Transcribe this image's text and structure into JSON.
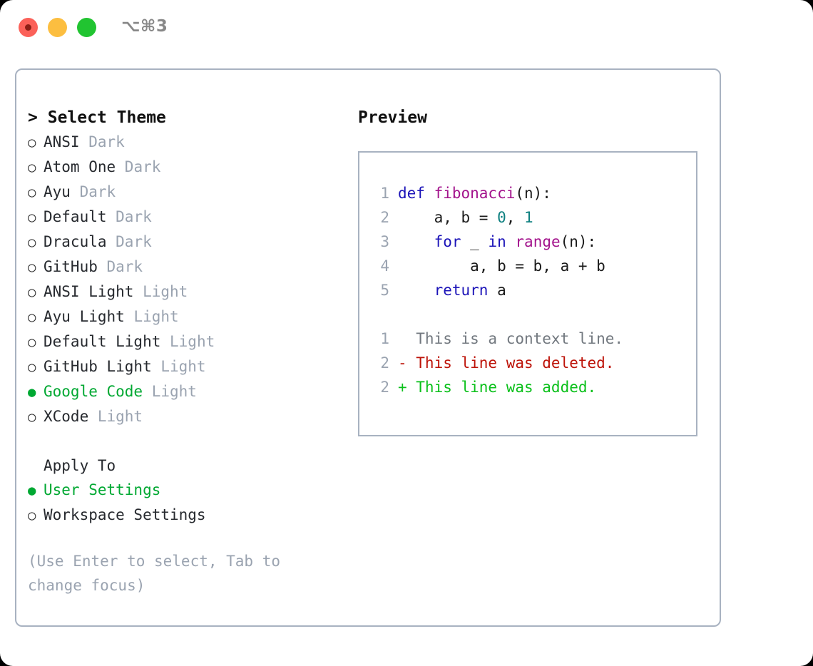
{
  "window": {
    "title": "⌥⌘3",
    "traffic_lights": [
      "close",
      "minimize",
      "zoom"
    ],
    "colors": {
      "red": "#fb6159",
      "yellow": "#fcbe40",
      "green": "#21c431",
      "accent_green": "#00a832",
      "border": "#a8b2c1",
      "muted": "#9aa3b0"
    }
  },
  "left": {
    "caret": ">",
    "heading": "Select Theme",
    "marker_unselected": "○",
    "marker_selected": "●",
    "themes": [
      {
        "name": "ANSI",
        "category": "Dark",
        "selected": false
      },
      {
        "name": "Atom One",
        "category": "Dark",
        "selected": false
      },
      {
        "name": "Ayu",
        "category": "Dark",
        "selected": false
      },
      {
        "name": "Default",
        "category": "Dark",
        "selected": false
      },
      {
        "name": "Dracula",
        "category": "Dark",
        "selected": false
      },
      {
        "name": "GitHub",
        "category": "Dark",
        "selected": false
      },
      {
        "name": "ANSI Light",
        "category": "Light",
        "selected": false
      },
      {
        "name": "Ayu Light",
        "category": "Light",
        "selected": false
      },
      {
        "name": "Default Light",
        "category": "Light",
        "selected": false
      },
      {
        "name": "GitHub Light",
        "category": "Light",
        "selected": false
      },
      {
        "name": "Google Code",
        "category": "Light",
        "selected": true
      },
      {
        "name": "XCode",
        "category": "Light",
        "selected": false
      }
    ],
    "apply_to": {
      "heading": "Apply To",
      "options": [
        {
          "name": "User Settings",
          "selected": true
        },
        {
          "name": "Workspace Settings",
          "selected": false
        }
      ]
    },
    "hint": "(Use Enter to select, Tab to change focus)"
  },
  "right": {
    "heading": "Preview",
    "code": [
      {
        "num": "1",
        "tokens": [
          {
            "t": "def ",
            "c": "kw"
          },
          {
            "t": "fibonacci",
            "c": "fn"
          },
          {
            "t": "(n):",
            "c": "pl"
          }
        ]
      },
      {
        "num": "2",
        "tokens": [
          {
            "t": "    a, b = ",
            "c": "pl"
          },
          {
            "t": "0",
            "c": "num"
          },
          {
            "t": ", ",
            "c": "pl"
          },
          {
            "t": "1",
            "c": "num"
          }
        ]
      },
      {
        "num": "3",
        "tokens": [
          {
            "t": "    ",
            "c": "pl"
          },
          {
            "t": "for",
            "c": "kw"
          },
          {
            "t": " _ ",
            "c": "pl"
          },
          {
            "t": "in",
            "c": "kw"
          },
          {
            "t": " ",
            "c": "pl"
          },
          {
            "t": "range",
            "c": "fn"
          },
          {
            "t": "(n):",
            "c": "pl"
          }
        ]
      },
      {
        "num": "4",
        "tokens": [
          {
            "t": "        a, b = b, a + b",
            "c": "pl"
          }
        ]
      },
      {
        "num": "5",
        "tokens": [
          {
            "t": "    ",
            "c": "pl"
          },
          {
            "t": "return",
            "c": "kw"
          },
          {
            "t": " a",
            "c": "pl"
          }
        ]
      }
    ],
    "diff": [
      {
        "num": "1",
        "sign": " ",
        "text": " This is a context line.",
        "kind": "ctx"
      },
      {
        "num": "2",
        "sign": "-",
        "text": " This line was deleted.",
        "kind": "del"
      },
      {
        "num": "2",
        "sign": "+",
        "text": " This line was added.",
        "kind": "add"
      }
    ]
  }
}
